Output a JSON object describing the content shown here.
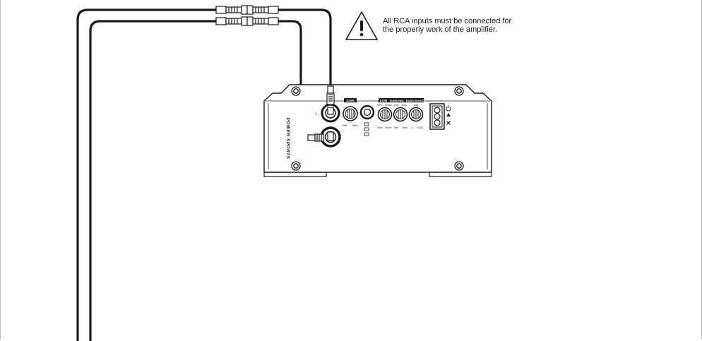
{
  "warning": {
    "line1": "All RCA inputs must be connected for",
    "line2": "the properly work of the amplifier."
  },
  "amplifier": {
    "brand": "POWER SPORTS",
    "gain_label": "GAIN",
    "section_labels": [
      "LOW",
      "SUBSONIC",
      "BASS BOOST"
    ],
    "knob_top_labels": [
      "80Hz",
      "500Hz",
      "10Hz",
      "20Hz",
      "0dB"
    ],
    "knob_bottom_labels": [
      "MIN",
      "MAX",
      "50Hz",
      "500Hz",
      "5Hz",
      "40Hz",
      "0",
      "+12dB"
    ],
    "input_label": "L"
  }
}
